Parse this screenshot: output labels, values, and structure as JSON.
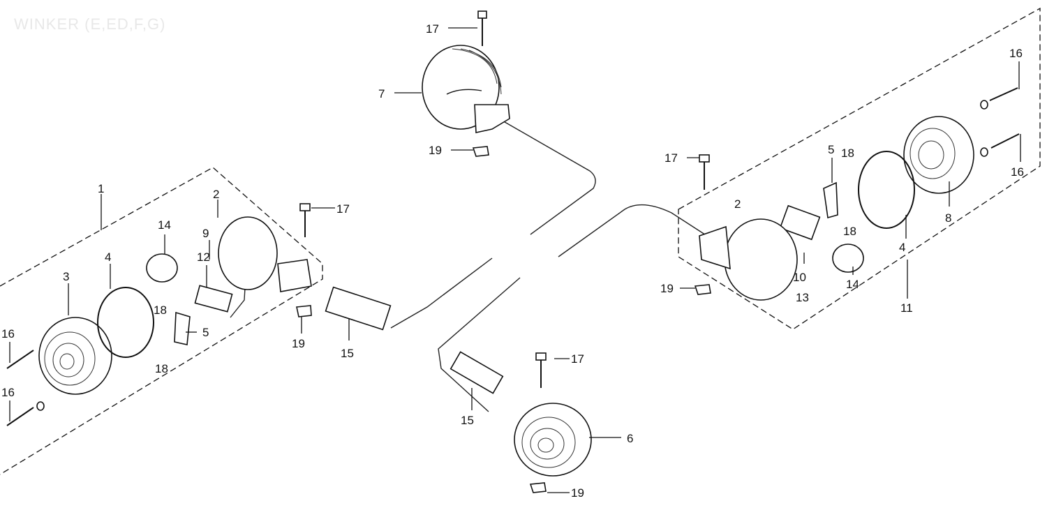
{
  "title": "WINKER (E,ED,F,G)",
  "callouts": [
    "1",
    "2",
    "3",
    "4",
    "5",
    "6",
    "7",
    "8",
    "9",
    "10",
    "11",
    "12",
    "13",
    "14",
    "15",
    "16",
    "17",
    "18",
    "19"
  ]
}
